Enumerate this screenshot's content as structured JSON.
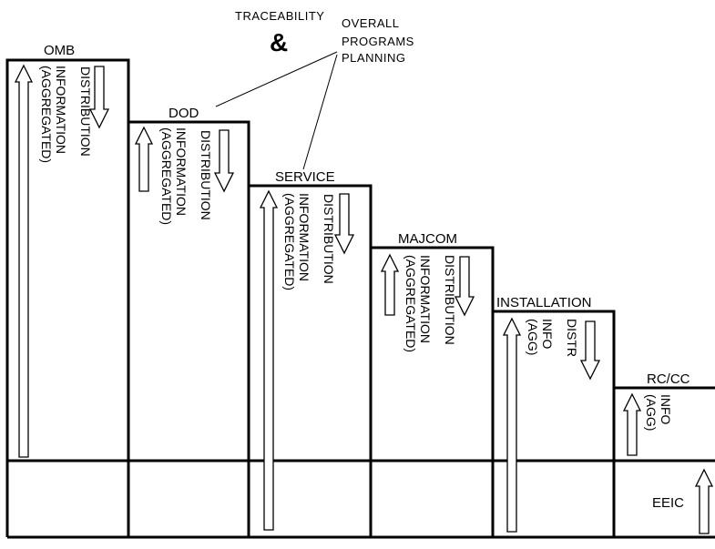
{
  "header": {
    "traceability": "TRACEABILITY",
    "ampersand": "&",
    "planning_lines": [
      "OVERALL",
      "PROGRAMS",
      "PLANNING"
    ]
  },
  "levels": [
    {
      "name": "OMB",
      "up": [
        "(AGGREGATED)",
        "INFORMATION"
      ],
      "down": [
        "DISTRIBUTION"
      ]
    },
    {
      "name": "DOD",
      "up": [
        "(AGGREGATED)",
        "INFORMATION"
      ],
      "down": [
        "DISTRIBUTION"
      ]
    },
    {
      "name": "SERVICE",
      "up": [
        "(AGGREGATED)",
        "INFORMATION"
      ],
      "down": [
        "DISTRIBUTION"
      ]
    },
    {
      "name": "MAJCOM",
      "up": [
        "(AGGREGATED)",
        "INFORMATION"
      ],
      "down": [
        "DISTRIBUTION"
      ]
    },
    {
      "name": "INSTALLATION",
      "up": [
        "(AGG)",
        "INFO"
      ],
      "down": [
        "DISTR"
      ]
    },
    {
      "name": "RC/CC",
      "up": [
        "(AGG)",
        "INFO"
      ],
      "down": []
    }
  ],
  "base": {
    "label": "EEIC"
  }
}
